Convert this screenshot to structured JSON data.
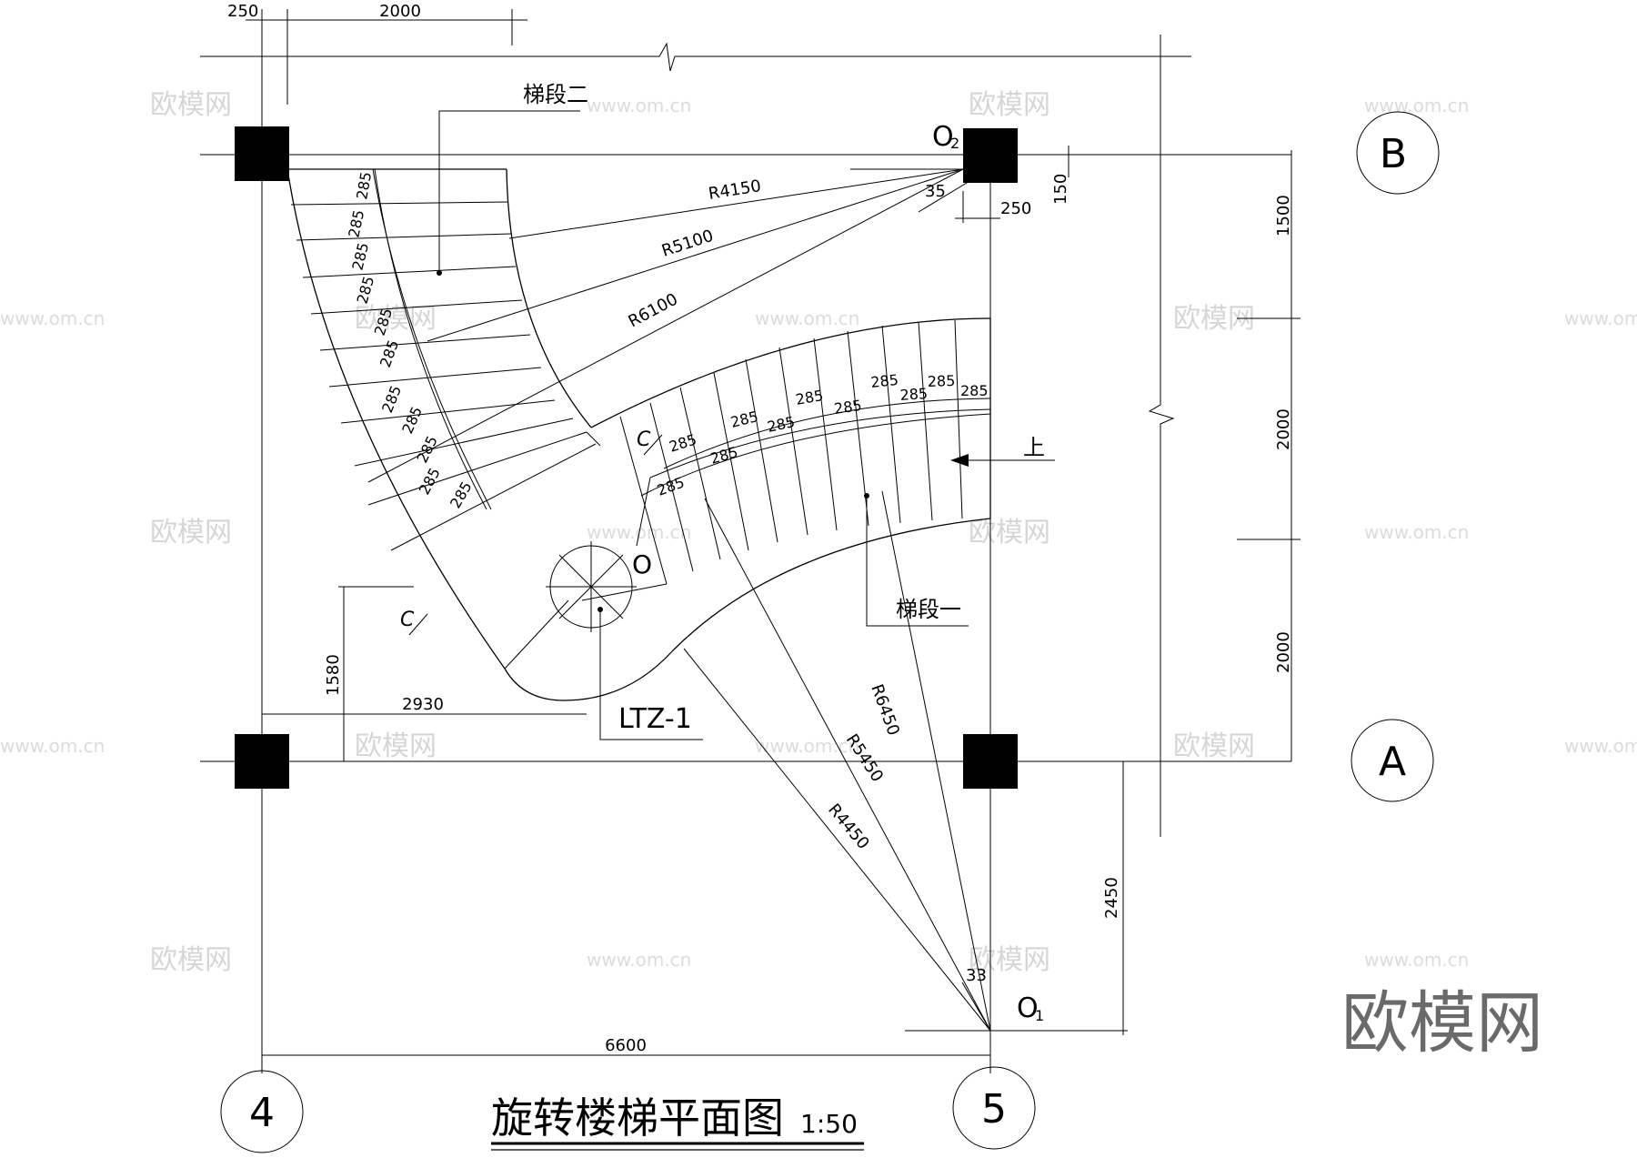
{
  "title": "旋转楼梯平面图",
  "scale": "1:50",
  "watermark": {
    "brand": "欧模网",
    "url": "www.om.cn"
  },
  "grid_labels": {
    "col_left": "4",
    "col_right": "5",
    "row_top": "B",
    "row_bottom": "A"
  },
  "centers": {
    "o": "O",
    "o1": "O",
    "o1_sub": "1",
    "o2": "O",
    "o2_sub": "2"
  },
  "labels": {
    "flight_one": "梯段一",
    "flight_two": "梯段二",
    "up": "上",
    "column": "LTZ-1",
    "section_mark_1": "C",
    "section_mark_2": "C"
  },
  "dimensions": {
    "top_col": "250",
    "top_width": "2000",
    "col_size": "250",
    "offset_150": "150",
    "angle_o2": "35",
    "angle_o1": "33",
    "right_1500": "1500",
    "right_2000_a": "2000",
    "right_2000_b": "2000",
    "dist_2450": "2450",
    "dist_1580": "1580",
    "dist_2930": "2930",
    "total_6600": "6600"
  },
  "radii": {
    "r4150": "R4150",
    "r5100": "R5100",
    "r6100": "R6100",
    "r6450": "R6450",
    "r5450": "R5450",
    "r4450": "R4450"
  },
  "tread": "285"
}
